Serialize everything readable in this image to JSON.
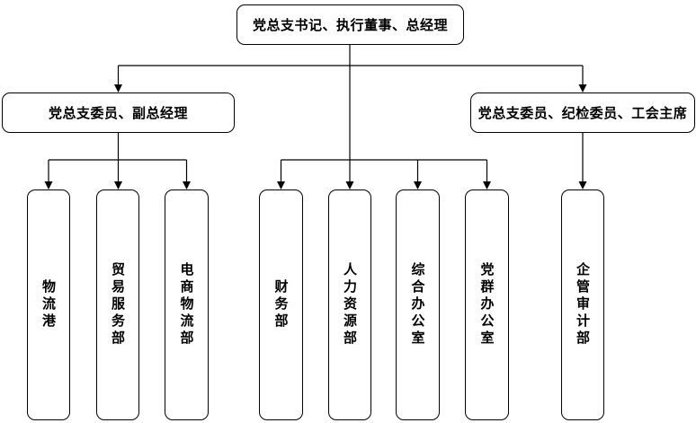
{
  "org_chart": {
    "type": "organization-chart",
    "root": {
      "label": "党总支书记、执行董事、总经理"
    },
    "managers": [
      {
        "label": "党总支委员、副总经理"
      },
      {
        "label": "党总支委员、纪检委员、工会主席"
      }
    ],
    "departments": [
      {
        "label": "物流港",
        "reports_to": "党总支委员、副总经理"
      },
      {
        "label": "贸易服务部",
        "reports_to": "党总支委员、副总经理"
      },
      {
        "label": "电商物流部",
        "reports_to": "党总支委员、副总经理"
      },
      {
        "label": "财务部",
        "reports_to": "党总支书记、执行董事、总经理"
      },
      {
        "label": "人力资源部",
        "reports_to": "党总支书记、执行董事、总经理"
      },
      {
        "label": "综合办公室",
        "reports_to": "党总支书记、执行董事、总经理"
      },
      {
        "label": "党群办公室",
        "reports_to": "党总支书记、执行董事、总经理"
      },
      {
        "label": "企管审计部",
        "reports_to": "党总支委员、纪检委员、工会主席"
      }
    ],
    "colors": {
      "line": "#000000",
      "box_border": "#000000",
      "box_background": "#ffffff",
      "text": "#000000",
      "canvas_background": "#ffffff"
    }
  }
}
